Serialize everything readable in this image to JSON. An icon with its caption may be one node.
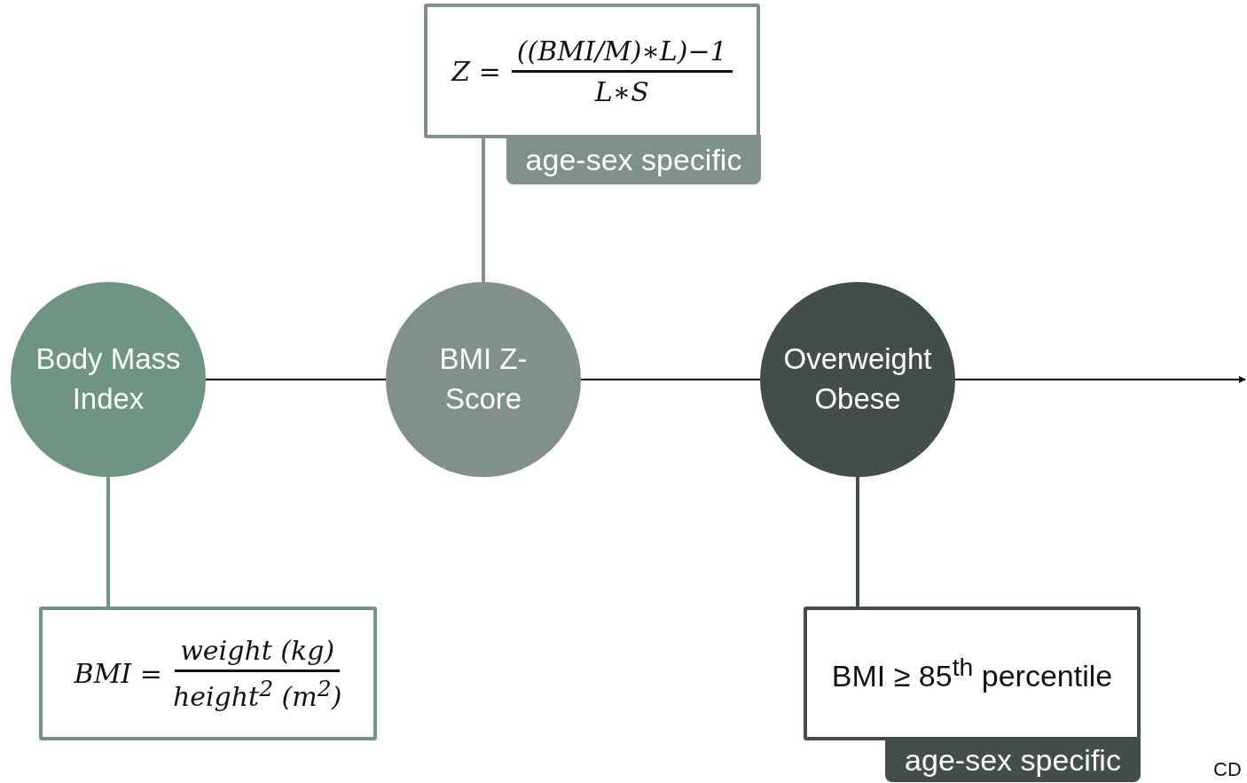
{
  "diagram": {
    "nodes": [
      {
        "text": [
          "Body Mass Index"
        ]
      },
      {
        "text": [
          "BMI Z-Score"
        ]
      },
      {
        "text": [
          "Overweight Obese"
        ]
      },
      {
        "text": [
          "Z =",
          "((BMI/M)∗L)−1",
          "L∗S"
        ],
        "beside": [
          "age-sex specific"
        ]
      },
      {
        "text": [
          "BMI =",
          "weight (kg)",
          "height$^{2}$ (m$^{2}$)"
        ]
      },
      {
        "text": [
          "BMI ≥ 85$^{th}$ percentile"
        ],
        "beside": [
          "age-sex specific"
        ]
      }
    ],
    "edges": [
      {
        "from": 0,
        "to": 1,
        "arrow": "none"
      },
      {
        "from": 1,
        "to": 2,
        "arrow": "none"
      },
      {
        "from": 2,
        "to": null,
        "arrow": "to"
      },
      {
        "from": 1,
        "to": 3,
        "arrow": "none",
        "color": "#7f918a"
      },
      {
        "from": 0,
        "to": 4,
        "arrow": "none",
        "color": "#6e9582"
      },
      {
        "from": 2,
        "to": 5,
        "arrow": "none",
        "color": "#434d49"
      }
    ],
    "labels": [
      "CD"
    ]
  }
}
